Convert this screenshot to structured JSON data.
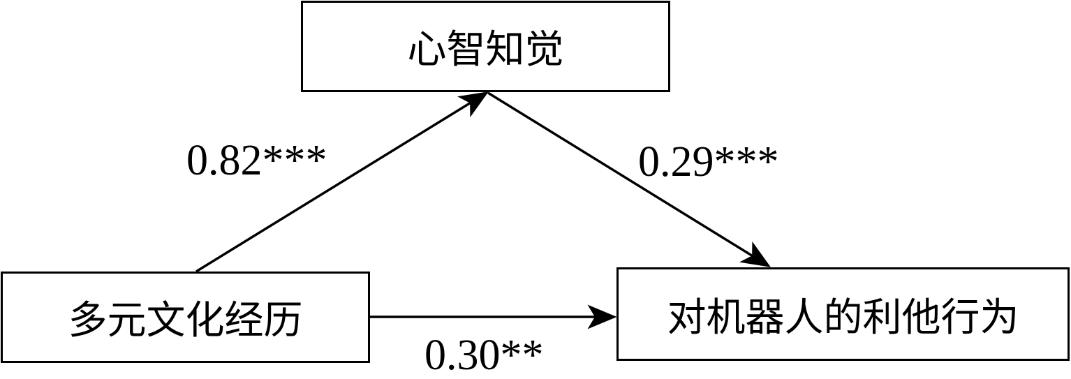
{
  "diagram": {
    "nodes": {
      "mediator": {
        "label": "心智知觉"
      },
      "predictor": {
        "label": "多元文化经历"
      },
      "outcome": {
        "label": "对机器人的利他行为"
      }
    },
    "paths": {
      "a": {
        "from": "predictor",
        "to": "mediator",
        "coefficient": "0.82***"
      },
      "b": {
        "from": "mediator",
        "to": "outcome",
        "coefficient": "0.29***"
      },
      "c": {
        "from": "predictor",
        "to": "outcome",
        "coefficient": "0.30**"
      }
    },
    "colors": {
      "stroke": "#000000",
      "background": "#ffffff"
    }
  }
}
